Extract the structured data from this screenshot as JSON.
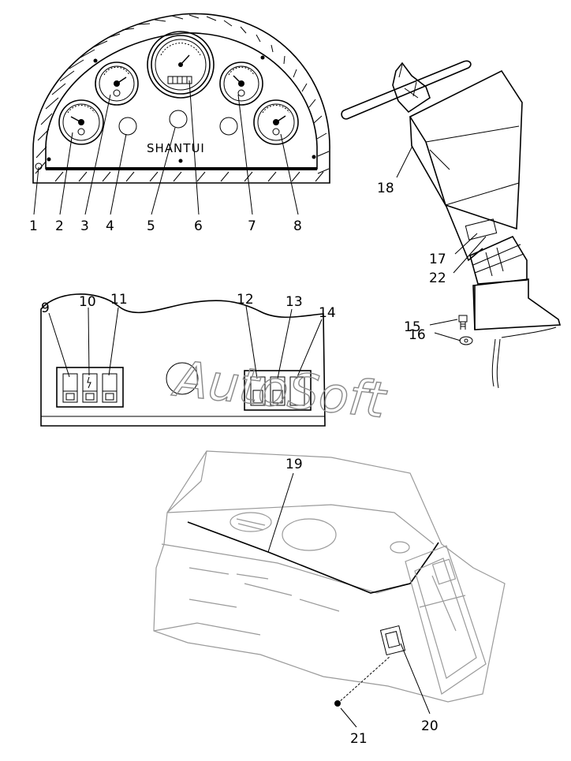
{
  "brand_text": "SHANTUI",
  "watermark_text": "AutoSoft",
  "callouts": {
    "c1": "1",
    "c2": "2",
    "c3": "3",
    "c4": "4",
    "c5": "5",
    "c6": "6",
    "c7": "7",
    "c8": "8",
    "c9": "9",
    "c10": "10",
    "c11": "11",
    "c12": "12",
    "c13": "13",
    "c14": "14",
    "c15": "15",
    "c16": "16",
    "c17": "17",
    "c18": "18",
    "c19": "19",
    "c20": "20",
    "c21": "21",
    "c22": "22"
  }
}
